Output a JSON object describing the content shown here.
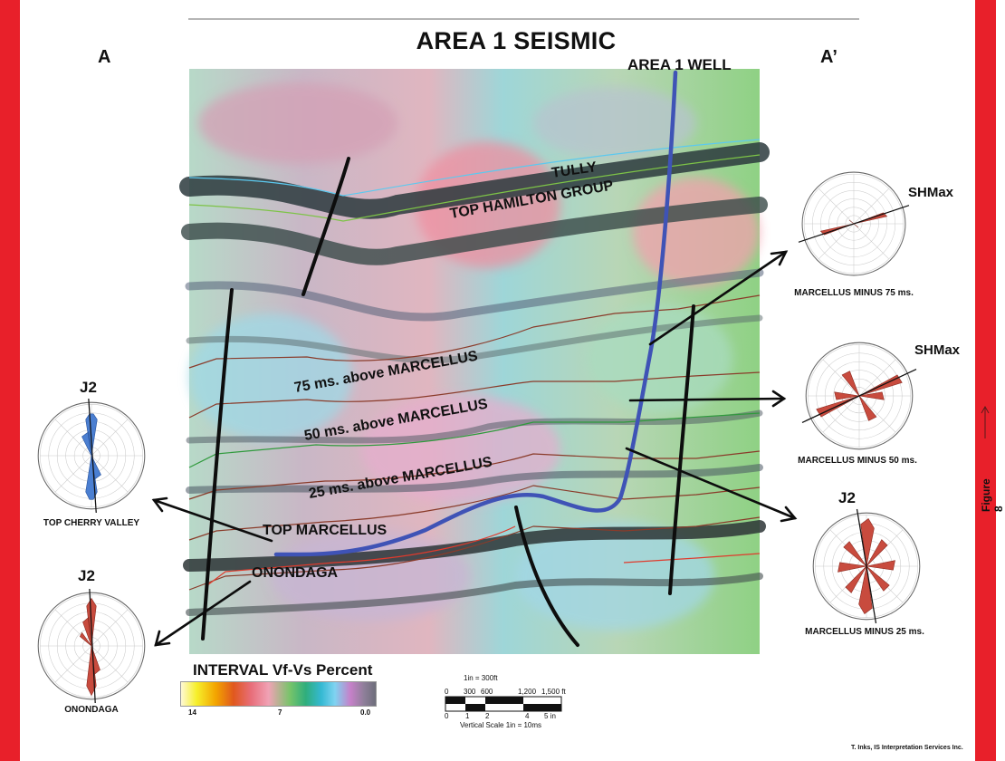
{
  "title": "AREA 1 SEISMIC",
  "section_start": "A",
  "section_end": "A’",
  "well_label": "AREA 1 WELL",
  "horizons": {
    "tully": "TULLY",
    "top_hamilton": "TOP HAMILTON GROUP",
    "h75": "75 ms. above MARCELLUS",
    "h50": "50 ms. above MARCELLUS",
    "h25": "25 ms. above MARCELLUS",
    "top_marcellus": "TOP MARCELLUS",
    "onondaga": "ONONDAGA"
  },
  "roses": {
    "cherry": {
      "j2": "J2",
      "label": "TOP CHERRY VALLEY"
    },
    "onondaga": {
      "j2": "J2",
      "label": "ONONDAGA"
    },
    "m75": {
      "shmax": "SHMax",
      "label": "MARCELLUS MINUS 75 ms."
    },
    "m50": {
      "shmax": "SHMax",
      "label": "MARCELLUS MINUS 50 ms."
    },
    "m25": {
      "j2": "J2",
      "label": "MARCELLUS MINUS 25 ms."
    }
  },
  "legend": {
    "title": "INTERVAL Vf-Vs Percent",
    "ticks": [
      "14",
      "7",
      "0.0"
    ]
  },
  "scale_bar": {
    "title": "1in = 300ft",
    "ft_ticks": [
      "0",
      "300",
      "600",
      "1,200",
      "1,500 ft"
    ],
    "in_ticks": [
      "0",
      "1",
      "2",
      "4",
      "5 in"
    ],
    "vertical": "Vertical Scale 1in = 10ms"
  },
  "credit": "T. Inks, IS Interpretation Services Inc.",
  "figure_label": "Figure 8",
  "colors": {
    "frame_red": "#e8202a",
    "well_blue": "#3f53b6",
    "horizon_brown": "#8a3b2a",
    "horizon_green": "#2f9a3c",
    "horizon_red": "#e03a2c",
    "rose_red": "#c84b3e",
    "rose_blue": "#4b7fd1"
  }
}
